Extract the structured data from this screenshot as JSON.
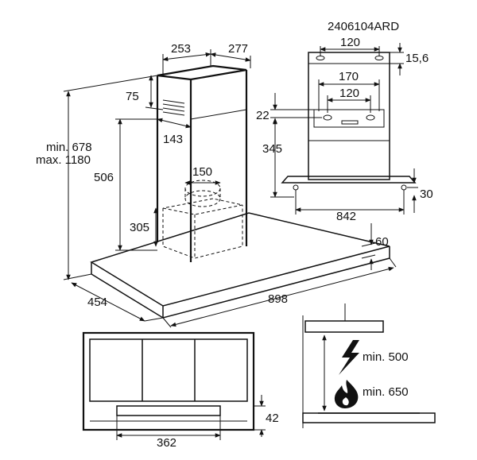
{
  "model_code": "2406104ARD",
  "main_view": {
    "duct_depth": "253",
    "duct_width": "277",
    "vent_offset": "75",
    "duct_front": "143",
    "total_height": "min. 678\nmax. 1180",
    "total_height_min": "min. 678",
    "total_height_max": "max. 1180",
    "duct_height": "506",
    "outlet_diameter": "150",
    "box_height": "305",
    "canopy_thickness": "60",
    "canopy_depth": "454",
    "canopy_width": "898"
  },
  "bracket_view": {
    "top_hole_spacing": "120",
    "top_offset": "15,6",
    "bracket_width": "170",
    "bracket_hole_spacing": "120",
    "bracket_offset": "22",
    "bracket_height": "345",
    "hood_hole_spacing": "842",
    "hood_hole_offset": "30"
  },
  "bottom_view": {
    "filter_width": "362",
    "filter_depth": "42"
  },
  "clearance_view": {
    "electric_label": "min. 500",
    "gas_label": "min. 650",
    "icons": [
      "lightning-icon",
      "flame-icon"
    ]
  }
}
